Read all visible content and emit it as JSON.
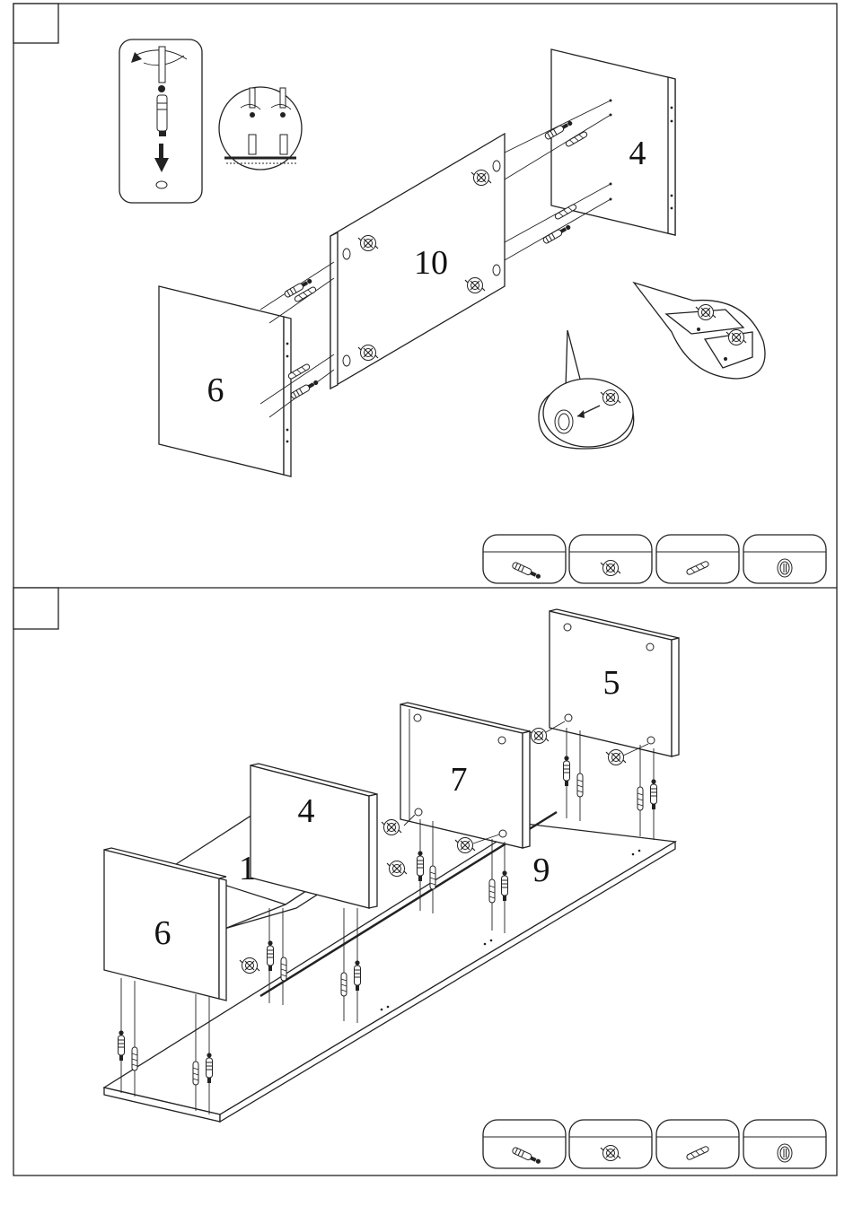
{
  "step1": {
    "number": "",
    "parts": {
      "left_side": "6",
      "shelf": "10",
      "right_side": "4"
    }
  },
  "step2": {
    "number": "",
    "parts": {
      "left_side": "6",
      "shelf": "10",
      "middle_back": "4",
      "divider": "7",
      "right_back": "5",
      "base": "9"
    }
  },
  "hardware_legend": [
    {
      "icon": "cam-bolt-icon"
    },
    {
      "icon": "cam-lock-icon"
    },
    {
      "icon": "wooden-dowel-icon"
    },
    {
      "icon": "cover-cap-icon"
    }
  ],
  "page_number": "",
  "colors": {
    "line": "#222222",
    "background": "#ffffff"
  }
}
